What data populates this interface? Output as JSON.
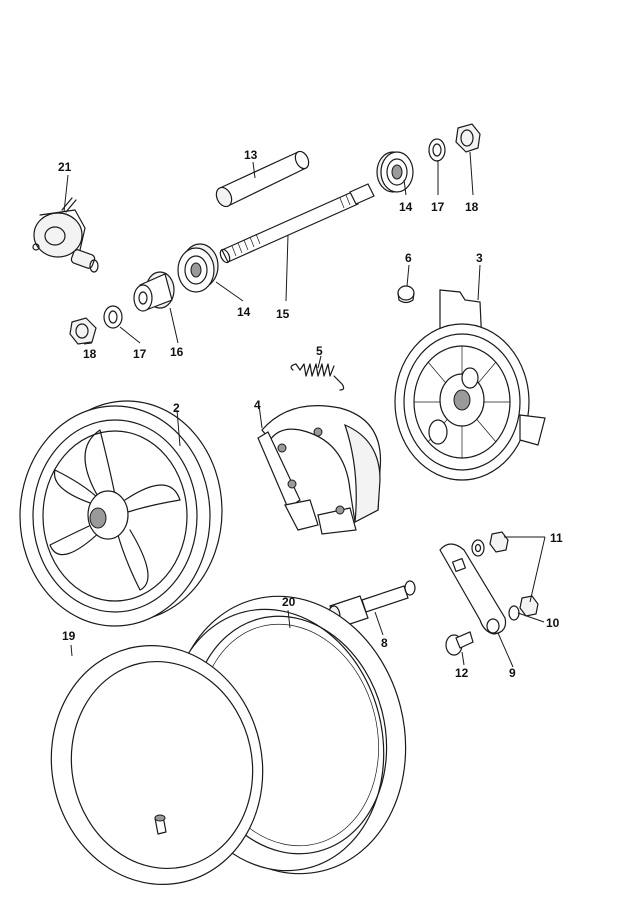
{
  "callouts": {
    "c1": "2",
    "c2": "3",
    "c3": "4",
    "c4": "5",
    "c5": "6",
    "c6": "8",
    "c7": "9",
    "c8": "10",
    "c9": "11",
    "c10": "12",
    "c11": "13",
    "c12": "14",
    "c13": "14",
    "c14": "15",
    "c15": "16",
    "c16": "17",
    "c17": "17",
    "c18": "18",
    "c19": "18",
    "c20": "19",
    "c21": "20",
    "c22": "21"
  },
  "colors": {
    "line": "#1a1a1a",
    "background": "#ffffff",
    "shade": "#9a9a9a"
  }
}
